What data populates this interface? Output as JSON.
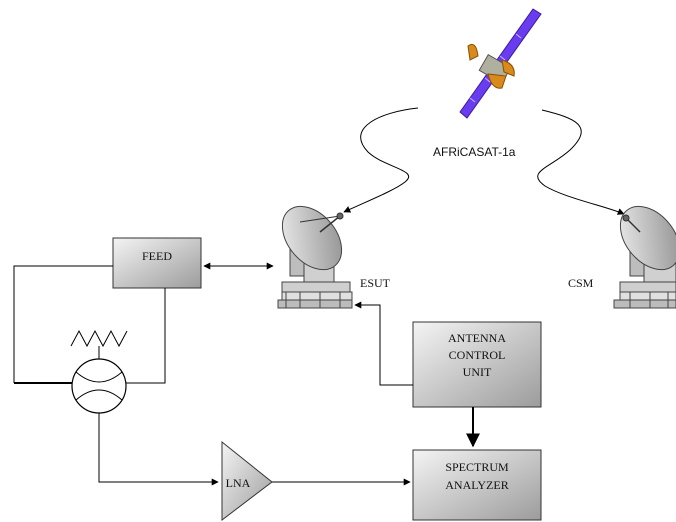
{
  "satellite": {
    "label": "AFRiCASAT-1a",
    "icon": "satellite-icon"
  },
  "stations": {
    "esut_label": "ESUT",
    "csm_label": "CSM",
    "icon": "satellite-dish-icon"
  },
  "blocks": {
    "feed": "FEED",
    "acu_line1": "ANTENNA",
    "acu_line2": "CONTROL",
    "acu_line3": "UNIT",
    "sa_line1": "SPECTRUM",
    "sa_line2": "ANALYZER",
    "lna": "LNA"
  },
  "colors": {
    "satellite_panel": "#6a3cf0",
    "satellite_wing": "#d98a1c",
    "box_fill_light": "#f2f2f2",
    "box_fill_dark": "#9a9a9a"
  }
}
